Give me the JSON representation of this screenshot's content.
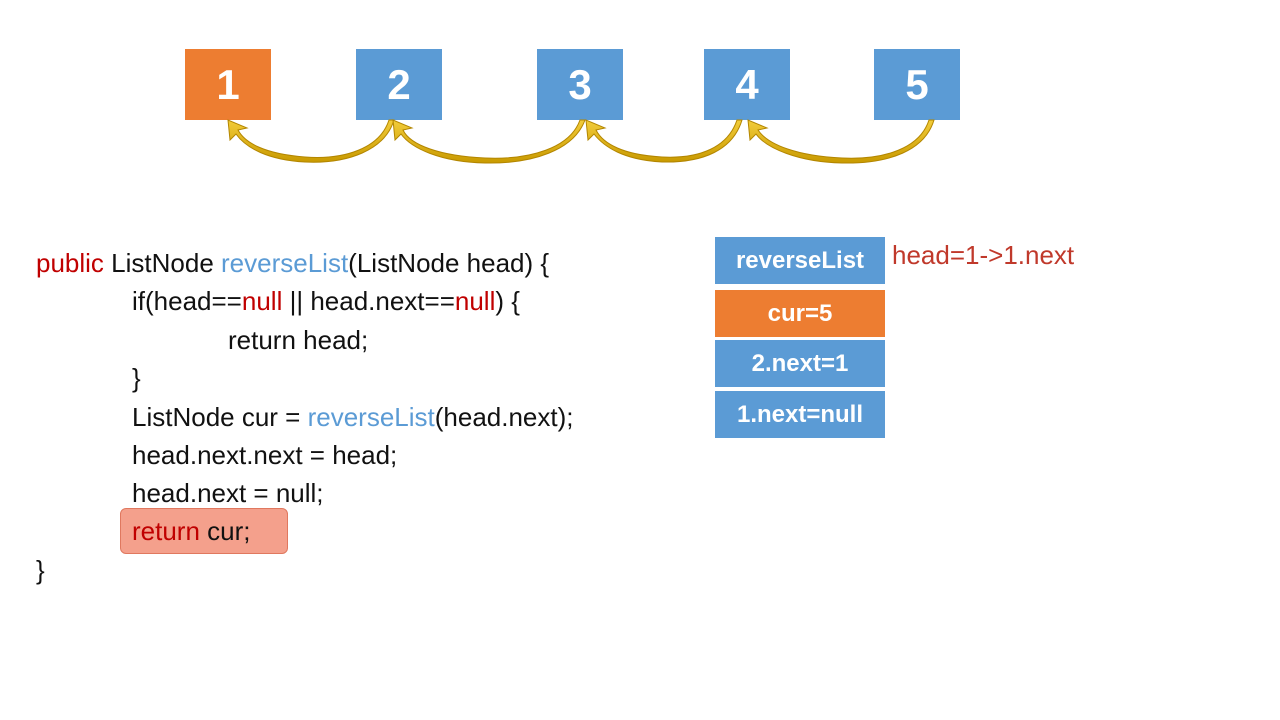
{
  "nodes": [
    {
      "label": "1",
      "highlighted": true
    },
    {
      "label": "2",
      "highlighted": false
    },
    {
      "label": "3",
      "highlighted": false
    },
    {
      "label": "4",
      "highlighted": false
    },
    {
      "label": "5",
      "highlighted": false
    }
  ],
  "code": {
    "l1": {
      "a": "public",
      "b": " ListNode ",
      "c": "reverseList",
      "d": "(ListNode head) {"
    },
    "l2": {
      "a": "if(head==",
      "b": "null",
      "c": " || head.next==",
      "d": "null",
      "e": ") {"
    },
    "l3": "return head;",
    "l4": "}",
    "l5": {
      "a": "ListNode cur = ",
      "b": "reverseList",
      "c": "(head.next);"
    },
    "l6": "head.next.next = head;",
    "l7": "head.next = null;",
    "l8": {
      "a": "return",
      "b": " cur;"
    },
    "l9": "}"
  },
  "call_stack": {
    "title": "reverseList",
    "frames": [
      "cur=5",
      "2.next=1",
      "1.next=null"
    ]
  },
  "note": "head=1->1.next",
  "colors": {
    "node_blue": "#5b9bd5",
    "node_orange": "#ed7d31",
    "keyword_red": "#c00000",
    "function_blue": "#5b9bd5",
    "arrow_gold": "#e5b000",
    "highlight": "#f4a08c"
  }
}
